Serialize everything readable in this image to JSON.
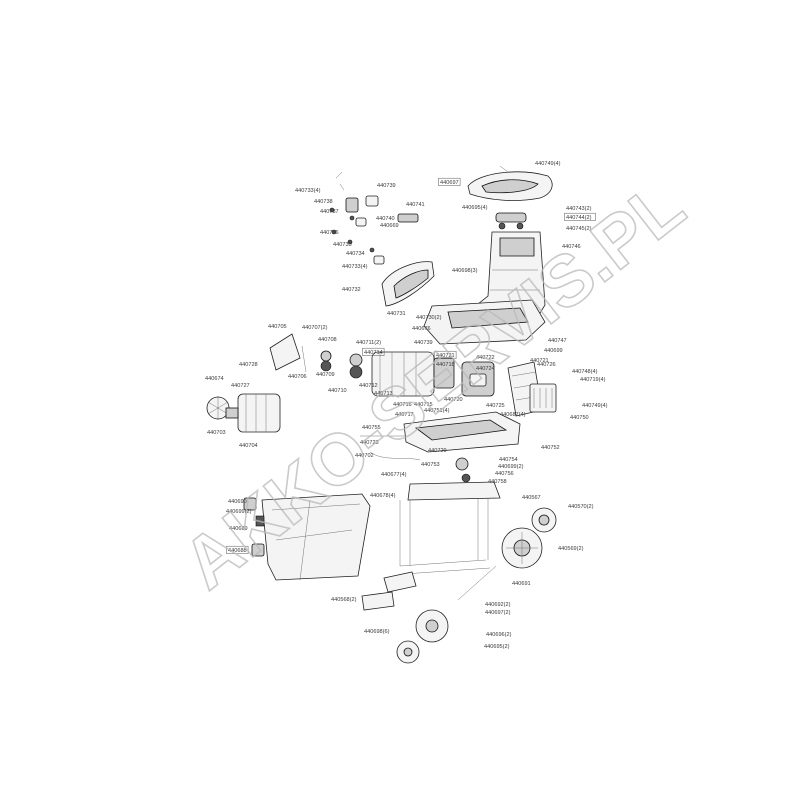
{
  "watermark": "AKKO-SERVIS.PL",
  "labels": [
    [
      "440749(4)",
      535,
      165
    ],
    [
      "440697",
      440,
      184
    ],
    [
      "440695(4)",
      462,
      209
    ],
    [
      "440743(2)",
      566,
      210
    ],
    [
      "440744(2)",
      566,
      219
    ],
    [
      "440745(2)",
      566,
      230
    ],
    [
      "440746",
      562,
      248
    ],
    [
      "440733(4)",
      295,
      192
    ],
    [
      "440739",
      377,
      187
    ],
    [
      "440738",
      314,
      203
    ],
    [
      "440737",
      320,
      213
    ],
    [
      "440740",
      376,
      220
    ],
    [
      "440741",
      406,
      206
    ],
    [
      "440669",
      380,
      227
    ],
    [
      "440736",
      320,
      234
    ],
    [
      "440735",
      333,
      246
    ],
    [
      "440734",
      346,
      255
    ],
    [
      "440733(4)",
      342,
      268
    ],
    [
      "440698(3)",
      452,
      272
    ],
    [
      "440732",
      342,
      291
    ],
    [
      "440731",
      387,
      315
    ],
    [
      "440730(2)",
      416,
      319
    ],
    [
      "440676",
      412,
      330
    ],
    [
      "440705",
      268,
      328
    ],
    [
      "440707(2)",
      302,
      329
    ],
    [
      "440708",
      318,
      341
    ],
    [
      "440711(2)",
      356,
      344
    ],
    [
      "440739",
      414,
      344
    ],
    [
      "440747",
      548,
      342
    ],
    [
      "440699",
      544,
      352
    ],
    [
      "440714",
      364,
      354
    ],
    [
      "440721",
      436,
      357
    ],
    [
      "440722",
      476,
      359
    ],
    [
      "440721",
      530,
      362
    ],
    [
      "440728",
      239,
      366
    ],
    [
      "440726",
      537,
      366
    ],
    [
      "440718",
      436,
      366
    ],
    [
      "440724",
      476,
      370
    ],
    [
      "440748(4)",
      572,
      373
    ],
    [
      "440719(4)",
      580,
      381
    ],
    [
      "440674",
      205,
      380
    ],
    [
      "440706",
      288,
      378
    ],
    [
      "440709",
      316,
      376
    ],
    [
      "440727",
      231,
      387
    ],
    [
      "440712",
      359,
      387
    ],
    [
      "440713",
      374,
      395
    ],
    [
      "440710",
      328,
      392
    ],
    [
      "440720",
      444,
      401
    ],
    [
      "440725",
      486,
      407
    ],
    [
      "440749(4)",
      582,
      407
    ],
    [
      "440716",
      393,
      406
    ],
    [
      "440715",
      414,
      406
    ],
    [
      "440751(4)",
      424,
      412
    ],
    [
      "440687(4)",
      500,
      416
    ],
    [
      "440750",
      570,
      419
    ],
    [
      "440717",
      395,
      416
    ],
    [
      "440755",
      362,
      429
    ],
    [
      "440703",
      207,
      434
    ],
    [
      "440704",
      239,
      447
    ],
    [
      "440752",
      541,
      449
    ],
    [
      "440723",
      360,
      444
    ],
    [
      "440729",
      428,
      452
    ],
    [
      "440754",
      499,
      461
    ],
    [
      "440702",
      355,
      457
    ],
    [
      "440753",
      421,
      466
    ],
    [
      "440699(2)",
      498,
      468
    ],
    [
      "440756",
      495,
      475
    ],
    [
      "440758",
      488,
      483
    ],
    [
      "440677(4)",
      381,
      476
    ],
    [
      "440678(4)",
      370,
      497
    ],
    [
      "440567",
      522,
      499
    ],
    [
      "440690",
      228,
      503
    ],
    [
      "440570(2)",
      568,
      508
    ],
    [
      "440699(2)",
      226,
      513
    ],
    [
      "440689",
      229,
      530
    ],
    [
      "440569(2)",
      558,
      550
    ],
    [
      "440688",
      228,
      552
    ],
    [
      "440691",
      512,
      585
    ],
    [
      "440568(2)",
      331,
      601
    ],
    [
      "440692(2)",
      485,
      606
    ],
    [
      "440697(2)",
      485,
      614
    ],
    [
      "440698(6)",
      364,
      633
    ],
    [
      "440696(2)",
      486,
      636
    ],
    [
      "440695(2)",
      484,
      648
    ]
  ],
  "boxed_labels": [
    "440697",
    "440744(2)",
    "440721",
    "440714",
    "440688"
  ]
}
